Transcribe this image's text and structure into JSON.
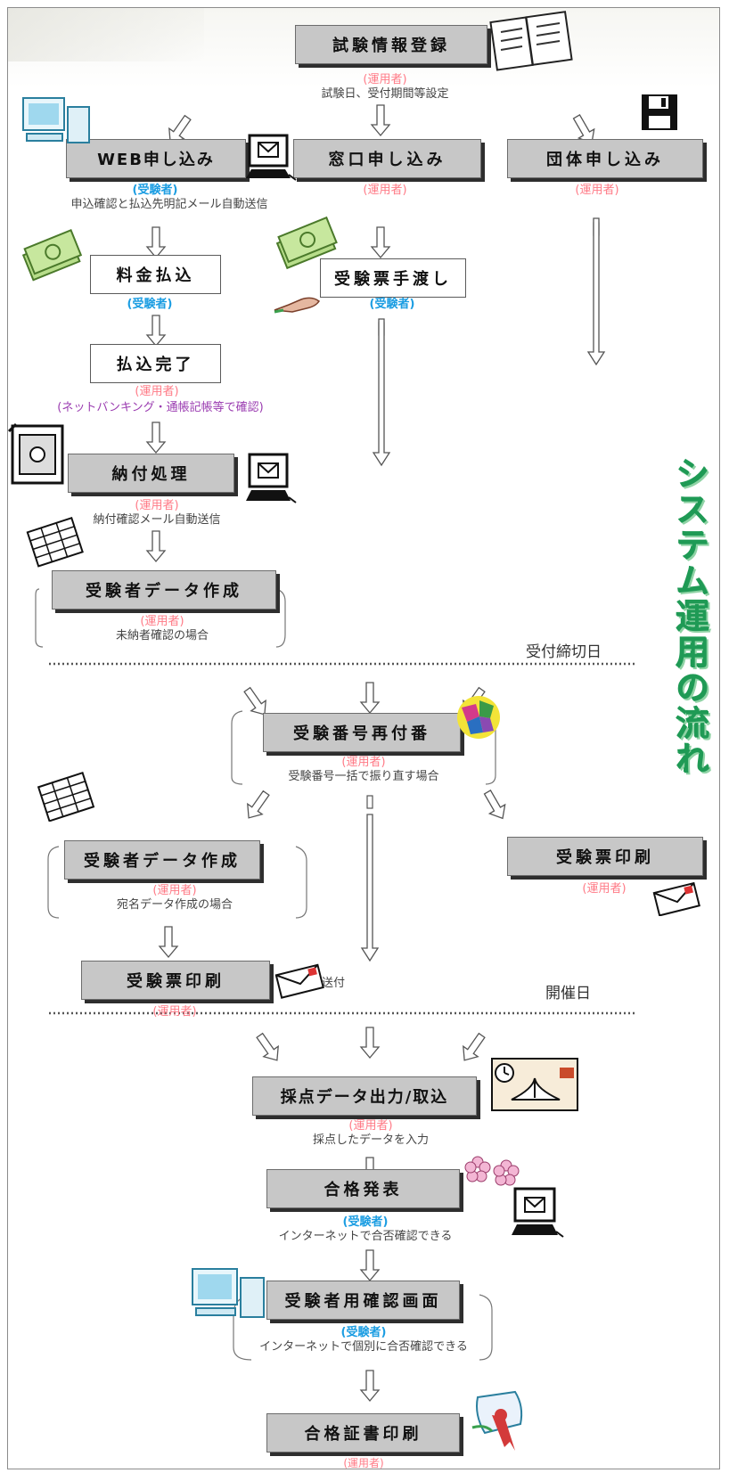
{
  "diagram": {
    "side_title": "システム運用の流れ",
    "roles": {
      "operator": "(運用者)",
      "examinee": "(受験者)"
    },
    "nodes": {
      "exam_registration": "試験情報登録",
      "web_apply": "WEB申し込み",
      "counter_apply": "窓口申し込み",
      "group_apply": "団体申し込み",
      "fee_payment": "料金払込",
      "ticket_handover": "受験票手渡し",
      "payment_complete": "払込完了",
      "payment_processing": "納付処理",
      "examinee_data_1": "受験者データ作成",
      "renumbering": "受験番号再付番",
      "examinee_data_2": "受験者データ作成",
      "ticket_print_right": "受験票印刷",
      "ticket_print_left": "受験票印刷",
      "scoring": "採点データ出力/取込",
      "pass_announce": "合格発表",
      "confirm_screen": "受験者用確認画面",
      "certificate_print": "合格証書印刷"
    },
    "notes": {
      "exam_registration": "試験日、受付期間等設定",
      "web_apply": "申込確認と払込先明記メール自動送信",
      "payment_complete": "(ネットバンキング・通帳記帳等で確認)",
      "payment_processing": "納付確認メール自動送信",
      "examinee_data_1": "未納者確認の場合",
      "renumbering": "受験番号一括で振り直す場合",
      "examinee_data_2": "宛名データ作成の場合",
      "send": "送付",
      "scoring": "採点したデータを入力",
      "pass_announce": "インターネットで合否確認できる",
      "confirm_screen": "インターネットで個別に合否確認できる"
    },
    "milestones": {
      "deadline": "受付締切日",
      "exam_day": "開催日"
    }
  }
}
